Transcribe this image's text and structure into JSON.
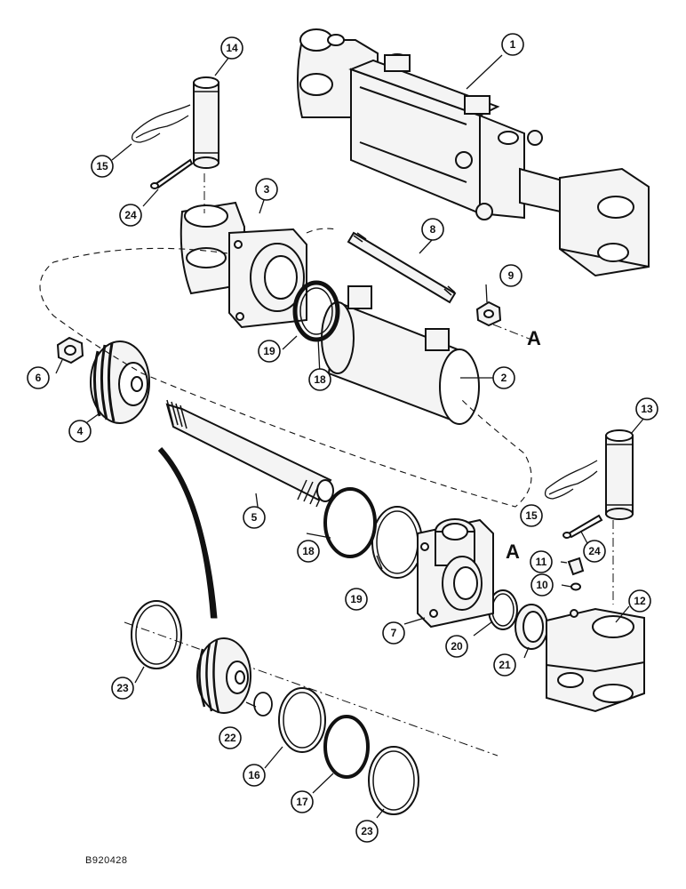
{
  "callouts": [
    "1",
    "2",
    "3",
    "4",
    "5",
    "6",
    "7",
    "8",
    "9",
    "10",
    "11",
    "12",
    "13",
    "14",
    "15",
    "16",
    "17",
    "18",
    "19",
    "20",
    "21",
    "22",
    "23",
    "24"
  ],
  "reference_mark": "A",
  "document_id": "B920428"
}
